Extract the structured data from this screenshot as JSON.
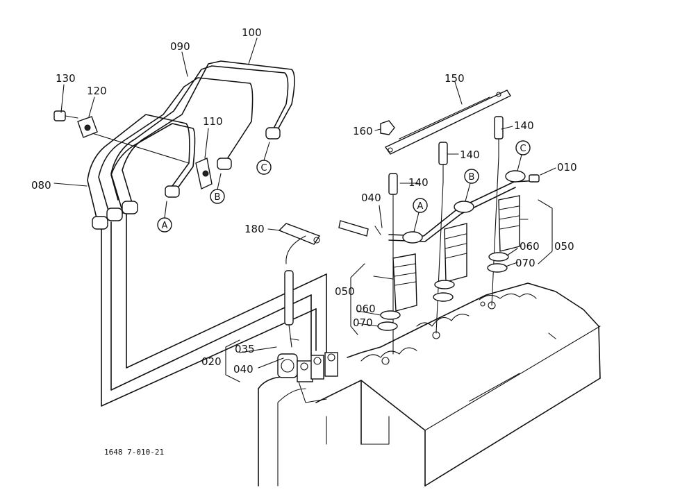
{
  "part_labels": {
    "p100": "100",
    "p090": "090",
    "p130": "130",
    "p120": "120",
    "p110": "110",
    "p080": "080",
    "p150": "150",
    "p160": "160",
    "p140a": "140",
    "p140b": "140",
    "p140c": "140",
    "p040a": "040",
    "p010": "010",
    "p180": "180",
    "p060a": "060",
    "p050a": "050",
    "p070a": "070",
    "p050b": "050",
    "p060b": "060",
    "p070b": "070",
    "p035": "035",
    "p020": "020",
    "p040b": "040"
  },
  "ref_markers": {
    "a1": "A",
    "b1": "B",
    "c1": "C",
    "a2": "A",
    "b2": "B",
    "c2": "C"
  },
  "drawing_code": "1648 7-010-21"
}
